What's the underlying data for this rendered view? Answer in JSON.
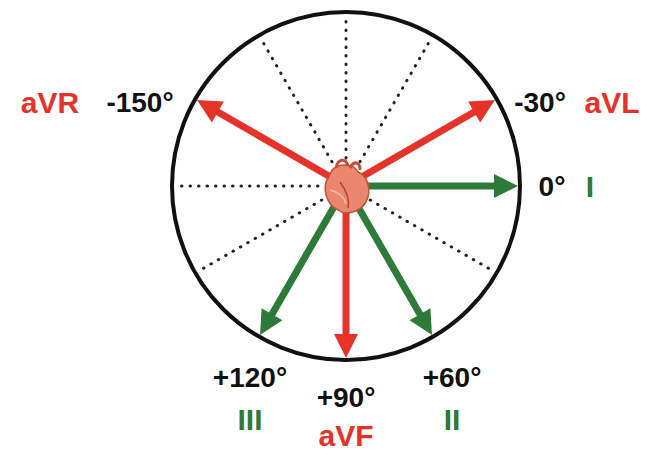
{
  "diagram": {
    "labels": [
      "aVR",
      "-150°",
      "-30°",
      "aVL",
      "0°",
      "I",
      "+120°",
      "III",
      "+90°",
      "aVF",
      "+60°",
      "II"
    ]
  }
}
